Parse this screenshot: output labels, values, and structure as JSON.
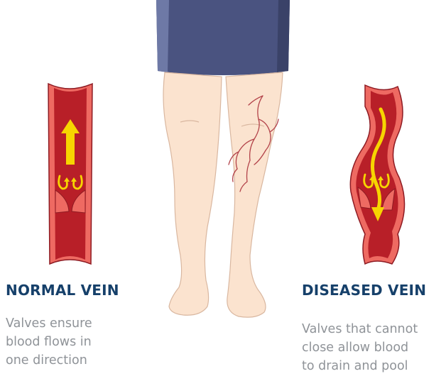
{
  "colors": {
    "heading": "#16406a",
    "body_text": "#8f9398",
    "vein_wall": "#ee6a62",
    "vein_blood": "#b81f28",
    "arrow": "#f7d500",
    "skin": "#fbe3cf",
    "skirt": "#4a5380"
  },
  "normal": {
    "title": "NORMAL VEIN",
    "desc": [
      "Valves ensure",
      "blood flows in",
      "one direction"
    ]
  },
  "diseased": {
    "title": "DISEASED VEIN",
    "desc": [
      "Valves that cannot",
      "close allow blood",
      "to drain and pool"
    ]
  },
  "icons": {
    "normal_vein": "straight-vein-illustration",
    "diseased_vein": "twisted-vein-illustration",
    "legs": "legs-with-varicose-veins-illustration"
  }
}
